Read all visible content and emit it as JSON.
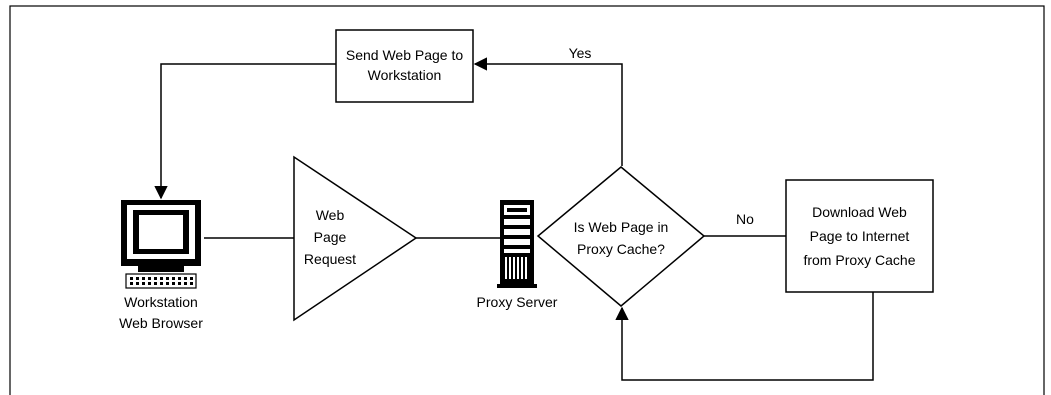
{
  "nodes": {
    "send_box": {
      "line1": "Send Web Page to",
      "line2": "Workstation"
    },
    "request_triangle": {
      "line1": "Web",
      "line2": "Page",
      "line3": "Request"
    },
    "decision": {
      "line1": "Is Web Page in",
      "line2": "Proxy Cache?"
    },
    "download_box": {
      "line1": "Download Web",
      "line2": "Page to Internet",
      "line3": "from Proxy Cache"
    },
    "workstation": {
      "line1": "Workstation",
      "line2": "Web Browser"
    },
    "proxy_server": {
      "label": "Proxy Server"
    }
  },
  "edges": {
    "yes_label": "Yes",
    "no_label": "No"
  }
}
